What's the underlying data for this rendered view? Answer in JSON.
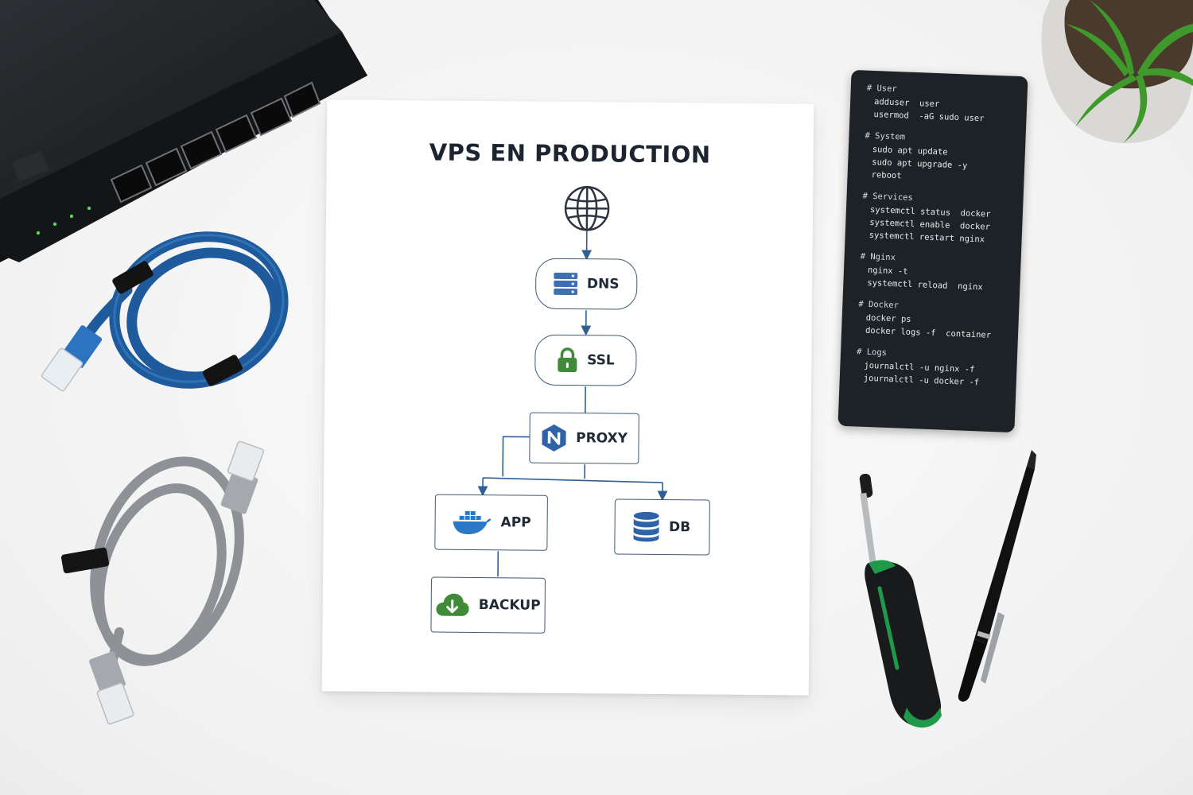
{
  "diagram": {
    "title": "VPS EN PRODUCTION",
    "nodes": {
      "dns": "DNS",
      "ssl": "SSL",
      "proxy": "PROXY",
      "app": "APP",
      "db": "DB",
      "backup": "BACKUP"
    },
    "icons": {
      "internet": "globe-icon",
      "dns": "server-stack-icon",
      "ssl": "padlock-icon",
      "proxy": "nginx-logo-icon",
      "app": "docker-whale-icon",
      "db": "database-icon",
      "backup": "cloud-download-icon"
    },
    "colors": {
      "border": "#3e5a78",
      "connector": "#2f5f93",
      "dns_icon": "#3d6fb4",
      "ssl_icon": "#3f8b3a",
      "proxy_icon": "#2f63a8",
      "app_icon": "#2b78c6",
      "db_icon": "#2f63a8",
      "backup_icon": "#3f8b3a"
    }
  },
  "cheat_sheet": {
    "sections": [
      {
        "heading": "# User",
        "lines": [
          "adduser  user",
          "usermod  -aG sudo user"
        ]
      },
      {
        "heading": "# System",
        "lines": [
          "sudo apt update",
          "sudo apt upgrade -y",
          "reboot"
        ]
      },
      {
        "heading": "# Services",
        "lines": [
          "systemctl status  docker",
          "systemctl enable  docker",
          "systemctl restart nginx"
        ]
      },
      {
        "heading": "# Nginx",
        "lines": [
          "nginx -t",
          "systemctl reload  nginx"
        ]
      },
      {
        "heading": "# Docker",
        "lines": [
          "docker ps",
          "docker logs -f  container"
        ]
      },
      {
        "heading": "# Logs",
        "lines": [
          "journalctl -u nginx -f",
          "journalctl -u docker -f"
        ]
      }
    ]
  }
}
